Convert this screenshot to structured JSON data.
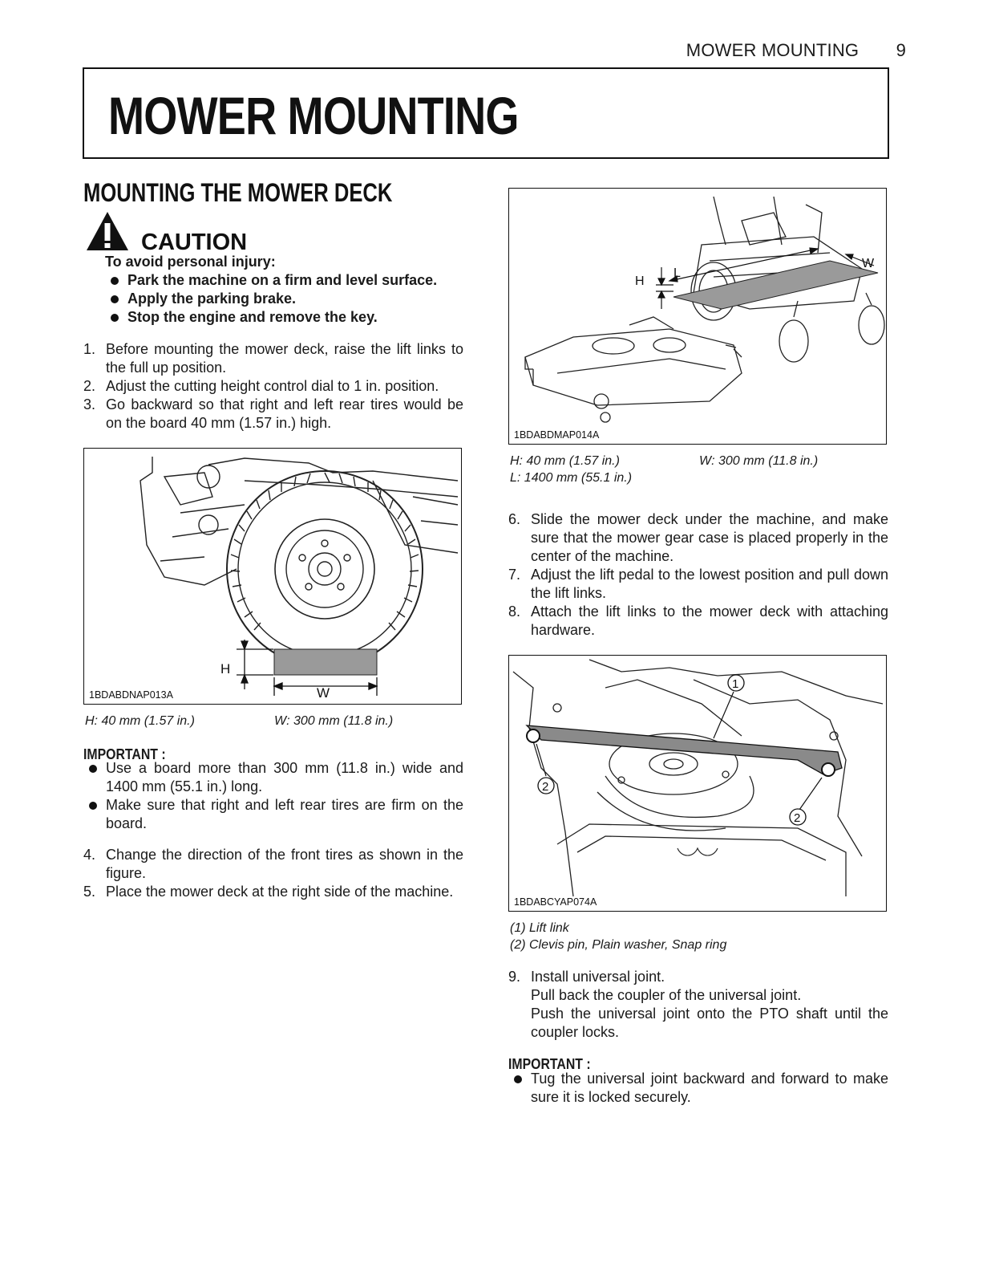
{
  "header": {
    "section": "MOWER MOUNTING",
    "page_number": "9"
  },
  "title": "MOWER MOUNTING",
  "section_heading": "MOUNTING THE MOWER DECK",
  "caution": {
    "word": "CAUTION",
    "intro": "To avoid personal injury:",
    "items": [
      "Park the machine on a firm and level surface.",
      "Apply the parking brake.",
      "Stop the engine and remove the key."
    ]
  },
  "steps_a": [
    {
      "n": "1.",
      "text": "Before mounting the mower deck, raise the lift links to the full up position."
    },
    {
      "n": "2.",
      "text": "Adjust the cutting height control dial to 1 in. position."
    },
    {
      "n": "3.",
      "text": "Go backward so that right and left rear tires would be on the board 40 mm (1.57 in.) high."
    }
  ],
  "fig1": {
    "code": "1BDABDNAP013A",
    "label_h": "H",
    "label_w": "W",
    "cap_h": "H: 40 mm (1.57 in.)",
    "cap_w": "W: 300 mm (11.8 in.)"
  },
  "important1": {
    "heading": "IMPORTANT :",
    "items": [
      "Use a board more than 300 mm (11.8 in.) wide and 1400 mm (55.1 in.) long.",
      "Make sure that right and left rear tires are firm on the board."
    ]
  },
  "steps_b": [
    {
      "n": "4.",
      "text": "Change the direction of the front tires as shown in the figure."
    },
    {
      "n": "5.",
      "text": "Place the mower deck at the right side of the machine."
    }
  ],
  "fig2": {
    "code": "1BDABDMAP014A",
    "label_h": "H",
    "label_l": "L",
    "label_w": "W",
    "cap_h": "H: 40 mm (1.57 in.)",
    "cap_w": "W: 300 mm (11.8 in.)",
    "cap_l": "L: 1400 mm (55.1 in.)"
  },
  "steps_c": [
    {
      "n": "6.",
      "text": "Slide the mower deck under the machine, and make sure that the mower gear case is placed properly in the center of the machine."
    },
    {
      "n": "7.",
      "text": "Adjust the lift pedal to the lowest position and pull down the lift links."
    },
    {
      "n": "8.",
      "text": "Attach the lift links to the mower deck with attaching hardware."
    }
  ],
  "fig3": {
    "code": "1BDABCYAP074A",
    "callout1": "1",
    "callout2": "2",
    "cap1": "(1) Lift link",
    "cap2": "(2) Clevis pin, Plain washer, Snap ring"
  },
  "step9": {
    "n": "9.",
    "lines": [
      "Install universal joint.",
      "Pull back the coupler of the universal joint.",
      "Push the universal joint onto the PTO shaft until the coupler locks."
    ]
  },
  "important2": {
    "heading": "IMPORTANT :",
    "items": [
      "Tug the universal joint backward and forward to make sure it is locked securely."
    ]
  }
}
